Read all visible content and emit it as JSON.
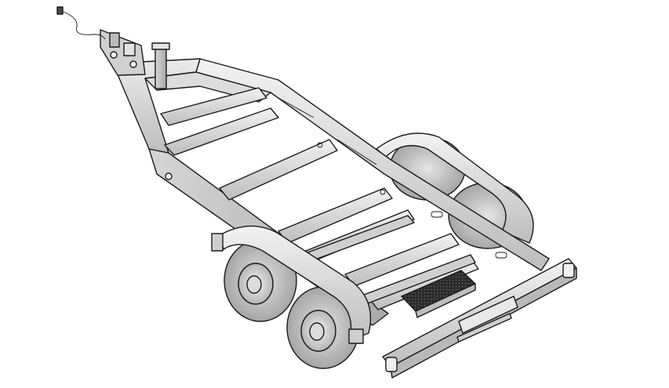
{
  "colors": {
    "background": "#ffffff",
    "steel_light": "#e8e8e8",
    "steel_mid": "#c9c9c9",
    "steel_dark": "#9a9a9a",
    "tire_light": "#d9d9d9",
    "tire_dark": "#a8a8a8",
    "mesh": "#2b2b2b",
    "outline": "#1a1a1a"
  },
  "parts": [
    {
      "name": "wiring-harness",
      "icon": "cable-plug-icon"
    },
    {
      "name": "tongue-coupler",
      "icon": "hitch-icon"
    },
    {
      "name": "jack-post",
      "icon": "jack-icon"
    },
    {
      "name": "main-frame",
      "icon": "frame-icon"
    },
    {
      "name": "tandem-axle-wheels",
      "icon": "wheel-icon"
    },
    {
      "name": "rear-bumper-lights",
      "icon": "light-bar-icon"
    },
    {
      "name": "mesh-step",
      "icon": "step-icon"
    }
  ]
}
